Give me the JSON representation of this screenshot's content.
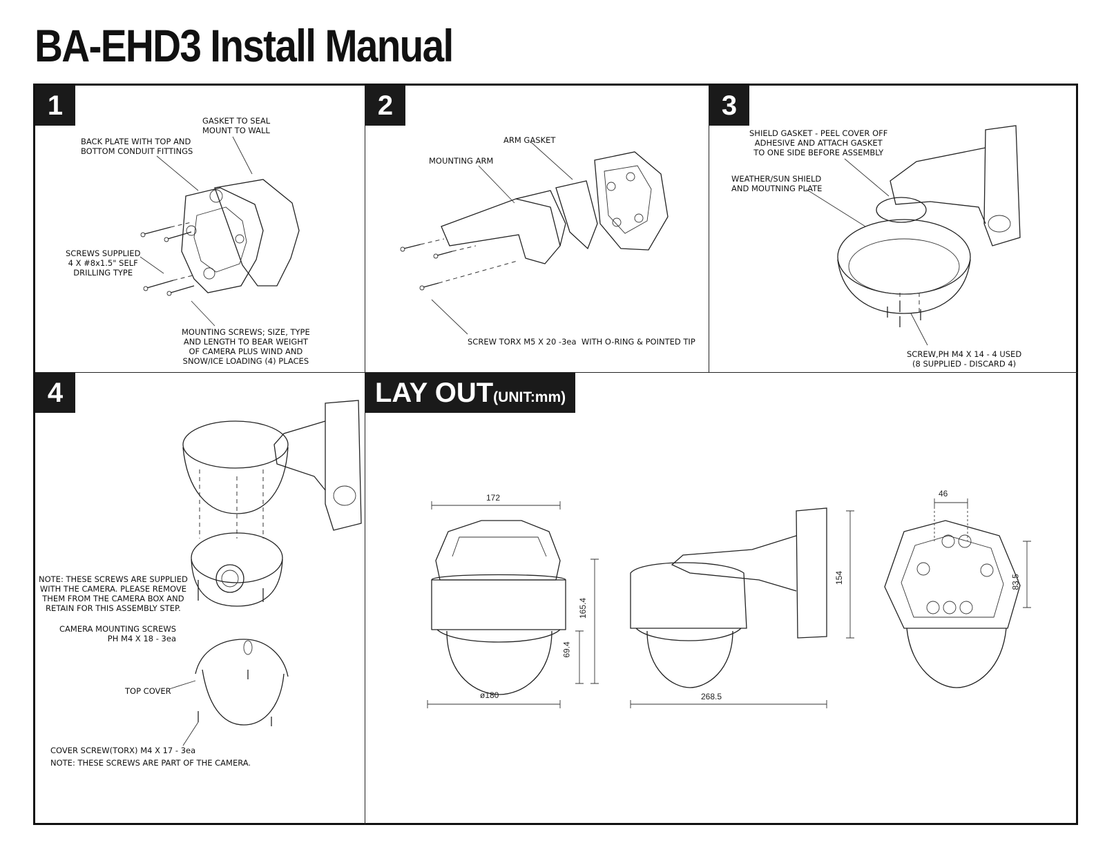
{
  "title": "BA-EHD3 Install Manual",
  "steps": {
    "s1": {
      "num": "1",
      "gasket": "GASKET TO SEAL\nMOUNT TO WALL",
      "back_plate": "BACK PLATE WITH TOP AND\nBOTTOM CONDUIT FITTINGS",
      "screws_supplied": "SCREWS SUPPLIED\n4 X #8x1.5\" SELF\nDRILLING TYPE",
      "mounting_screws": "MOUNTING SCREWS; SIZE, TYPE\nAND LENGTH TO BEAR WEIGHT\nOF CAMERA PLUS WIND AND\nSNOW/ICE LOADING (4) PLACES"
    },
    "s2": {
      "num": "2",
      "arm_gasket": "ARM GASKET",
      "mounting_arm": "MOUNTING ARM",
      "screw": "SCREW TORX M5 X 20 -3ea  WITH O-RING & POINTED TIP"
    },
    "s3": {
      "num": "3",
      "shield_gasket": "SHIELD GASKET - PEEL COVER OFF\nADHESIVE AND ATTACH GASKET\nTO ONE SIDE BEFORE ASSEMBLY",
      "weather_shield": "WEATHER/SUN SHIELD\nAND MOUTNING PLATE",
      "screw": "SCREW,PH M4 X 14 - 4 USED\n(8 SUPPLIED - DISCARD 4)"
    },
    "s4": {
      "num": "4",
      "note1": "NOTE: THESE SCREWS ARE SUPPLIED\nWITH THE CAMERA. PLEASE REMOVE\nTHEM FROM THE CAMERA BOX AND\nRETAIN FOR THIS ASSEMBLY STEP.",
      "camera_screws": "CAMERA MOUNTING SCREWS\nPH M4 X 18 - 3ea",
      "top_cover": "TOP COVER",
      "cover_screw": "COVER SCREW(TORX) M4 X 17 - 3ea",
      "note2": "NOTE: THESE SCREWS ARE PART OF THE CAMERA."
    }
  },
  "layout": {
    "heading": "LAY OUT",
    "unit": "(UNIT:mm)",
    "dims": {
      "width": "172",
      "dome_dia": "ø180",
      "height": "165.4",
      "dome_h": "69.4",
      "depth": "268.5",
      "arm_h": "154",
      "hole_w": "46",
      "hole_h": "83.5"
    }
  }
}
